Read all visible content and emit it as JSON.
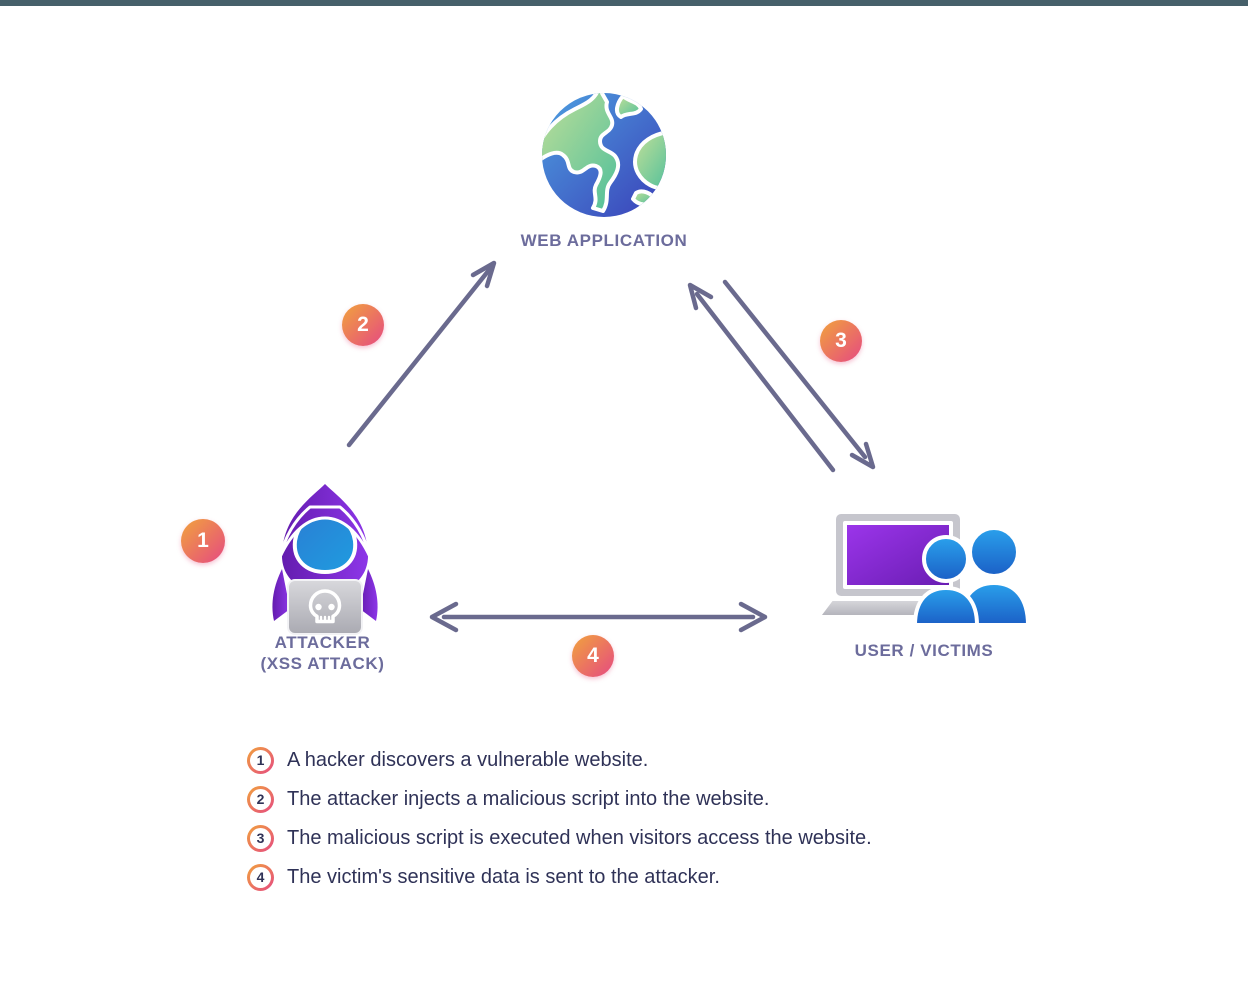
{
  "diagram": {
    "title_context": "XSS attack flow diagram",
    "nodes": {
      "web_application": {
        "label": "WEB APPLICATION"
      },
      "attacker": {
        "label_line1": "ATTACKER",
        "label_line2": "(XSS ATTACK)"
      },
      "users": {
        "label": "USER / VICTIMS"
      }
    },
    "step_badges": {
      "step1": "1",
      "step2": "2",
      "step3": "3",
      "step4": "4"
    },
    "icons": {
      "web_application": "globe-icon",
      "attacker": "hooded-hacker-laptop-skull-icon",
      "users": "laptop-two-users-icon"
    }
  },
  "legend": {
    "items": [
      {
        "num": "1",
        "text": "A hacker discovers a vulnerable website."
      },
      {
        "num": "2",
        "text": "The attacker injects a malicious script into the website."
      },
      {
        "num": "3",
        "text": "The malicious script is executed when visitors access the website."
      },
      {
        "num": "4",
        "text": "The victim's sensitive data is sent to the attacker."
      }
    ]
  },
  "colors": {
    "top_bar": "#46606a",
    "arrow": "#6a6a8e",
    "node_label": "#6c6c9c",
    "legend_text": "#2f3257",
    "badge_gradient_start": "#f09a43",
    "badge_gradient_end": "#e64e7e",
    "globe_ocean": "#3f63c8",
    "globe_land": "#7fcf97",
    "hood_purple": "#7b2ad0",
    "face_blue": "#2486dd",
    "laptop_gray": "#c2c2c9",
    "screen_purple": "#8a2be2",
    "person_blue": "#2196f3"
  }
}
